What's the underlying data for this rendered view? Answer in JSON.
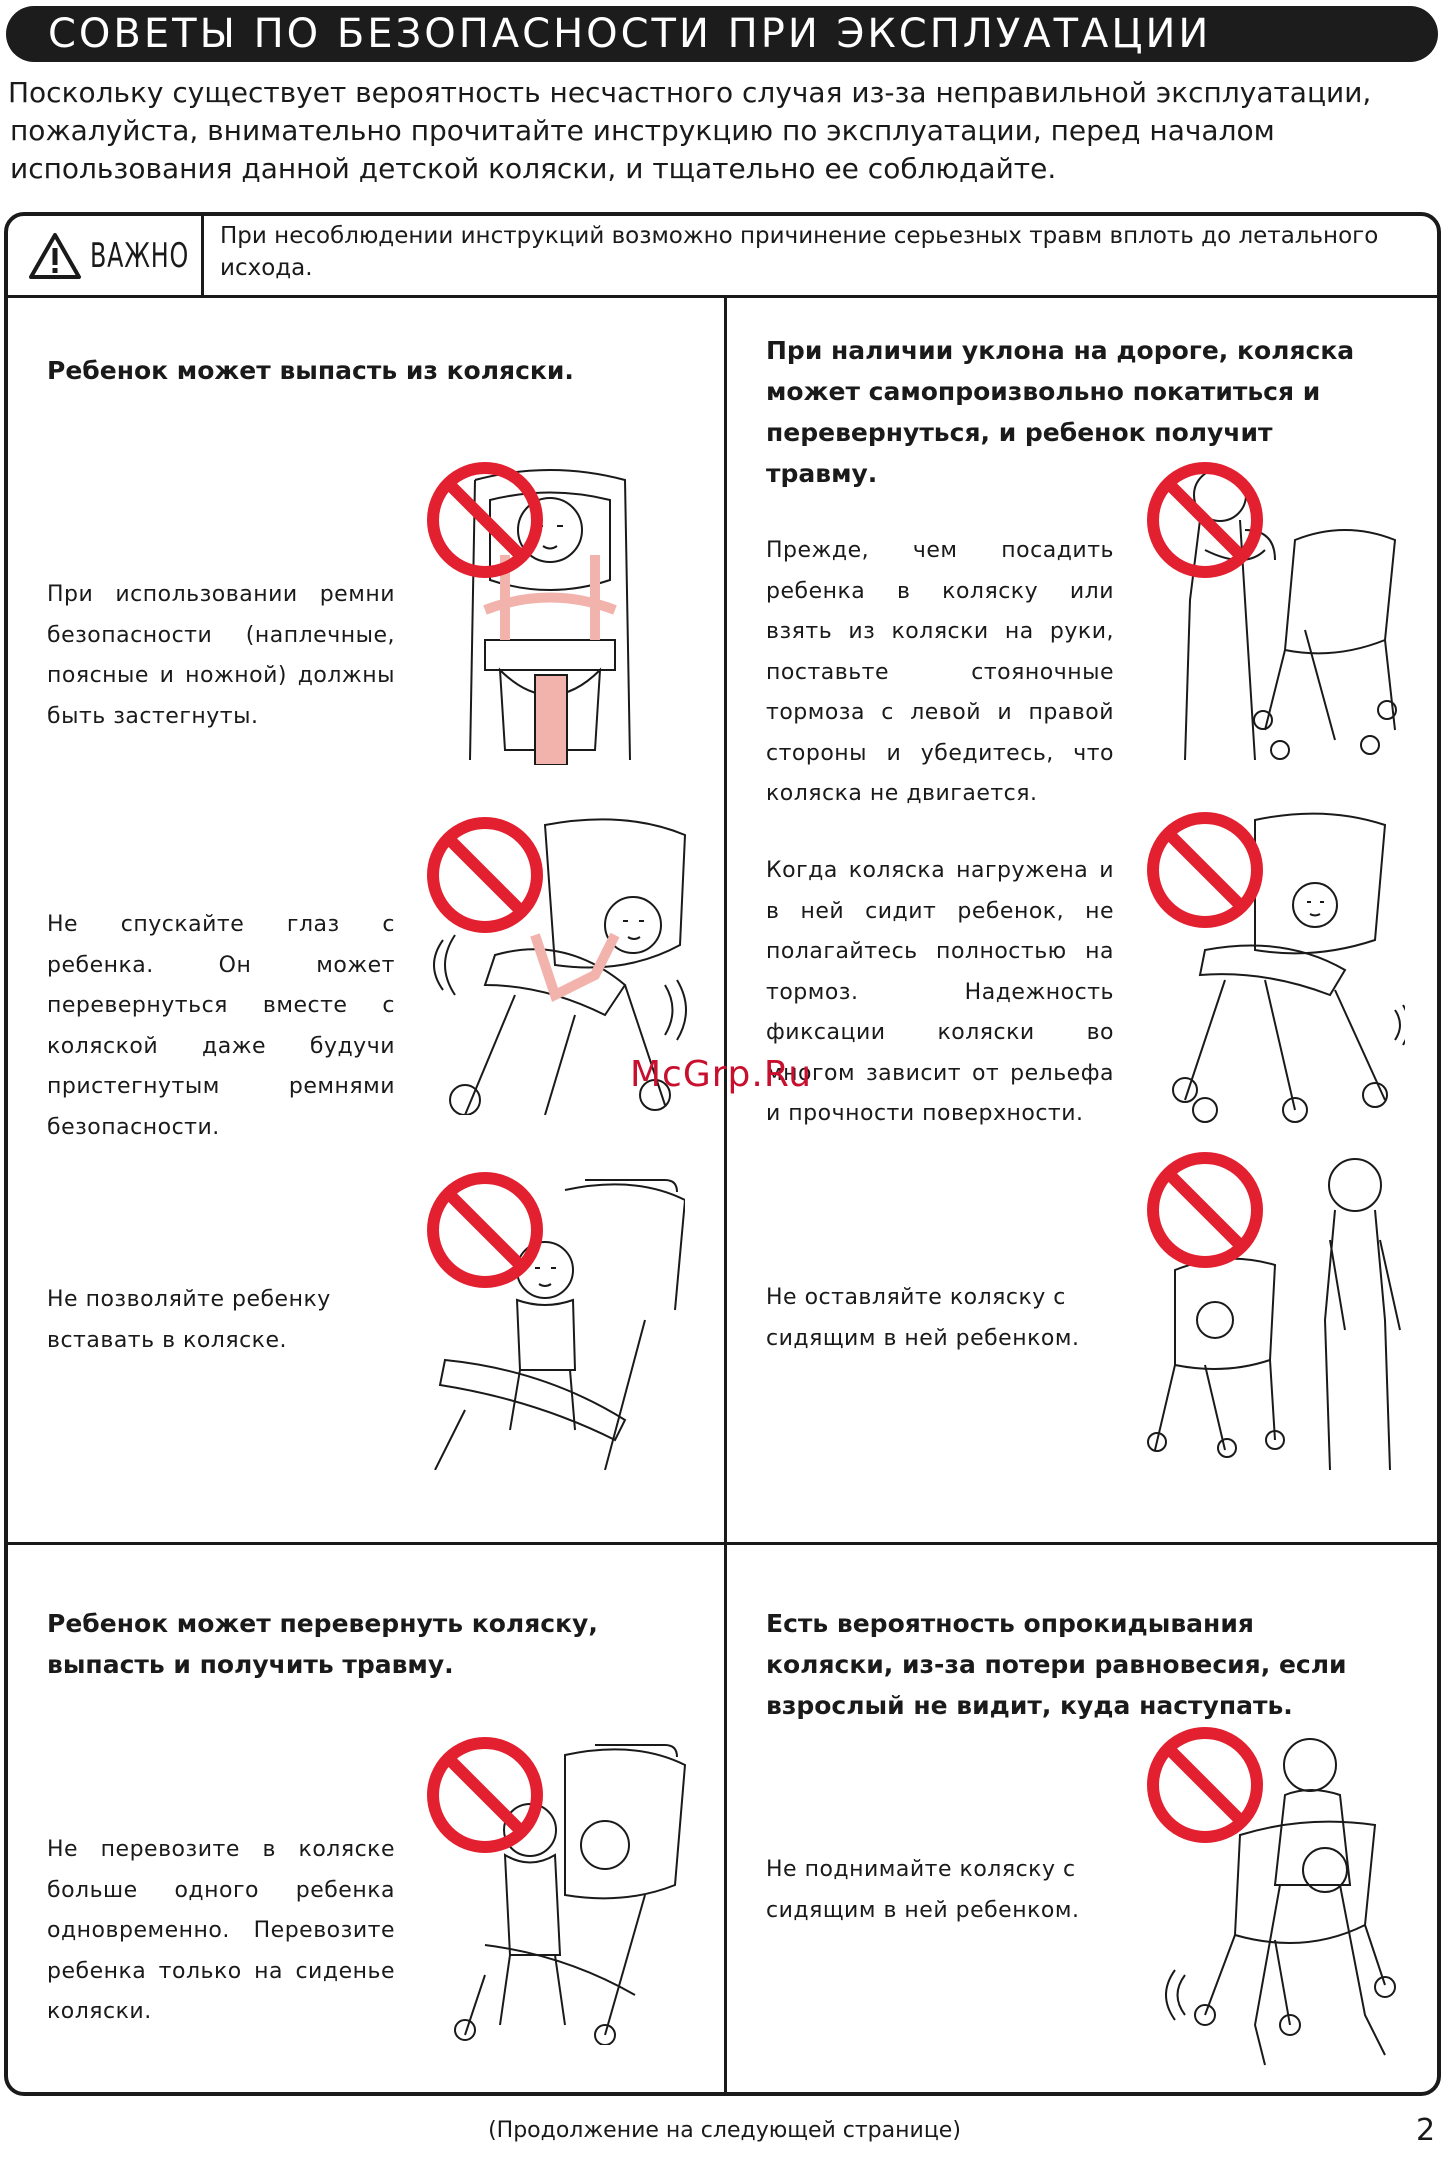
{
  "title": "СОВЕТЫ ПО БЕЗОПАСНОСТИ ПРИ ЭКСПЛУАТАЦИИ",
  "intro_lines": [
    "Поскольку существует вероятность несчастного случая из-за неправильной эксплуатации,",
    "пожалуйста, внимательно прочитайте инструкцию по эксплуатации, перед началом",
    "использования данной детской коляски, и тщательно ее соблюдайте."
  ],
  "warning": {
    "label": "ВАЖНО",
    "icon": "warning-triangle-icon",
    "text": "При несоблюдении инструкций возможно причинение серьезных травм вплоть до летального исхода."
  },
  "sections": [
    {
      "heading": "Ребенок может выпасть из коляски.",
      "items": [
        {
          "text": "При использовании ремни безопасности (наплечные, поясные и ножной) должны быть застегнуты.",
          "icon": "prohibited-icon"
        },
        {
          "text": "Не спускайте глаз с ребенка. Он может перевернуться вместе с коляской даже будучи пристегнутым ремнями безопасности.",
          "icon": "prohibited-icon"
        },
        {
          "text": "Не позволяйте ребенку вставать в коляске.",
          "icon": "prohibited-icon"
        }
      ]
    },
    {
      "heading": "При наличии уклона на дороге, коляска может самопроизвольно покатиться и перевернуться, и ребенок получит травму.",
      "items": [
        {
          "text": "Прежде, чем посадить ребенка в коляску или взять из коляски на руки, поставьте стояночные тормоза с левой и правой стороны и убедитесь, что коляска не двигается.",
          "icon": "prohibited-icon"
        },
        {
          "text": "Когда коляска нагружена и в ней сидит ребенок, не полагайтесь полностью на тормоз. Надежность фиксации коляски во многом зависит от рельефа и прочности поверхности.",
          "icon": "prohibited-icon"
        },
        {
          "text": "Не оставляйте коляску с сидящим в ней ребенком.",
          "icon": "prohibited-icon"
        }
      ]
    },
    {
      "heading": "Ребенок может перевернуть коляску, выпасть и получить травму.",
      "items": [
        {
          "text": "Не перевозите в коляске больше одного ребенка одновременно. Перевозите ребенка только на сиденье коляски.",
          "icon": "prohibited-icon"
        }
      ]
    },
    {
      "heading": "Есть вероятность опрокидывания коляски, из-за потери равновесия, если взрослый не видит, куда наступать.",
      "items": [
        {
          "text": "Не поднимайте коляску с сидящим в ней ребенком.",
          "icon": "prohibited-icon"
        }
      ]
    }
  ],
  "watermark": "McGrp.Ru",
  "footer": "(Продолжение на следующей странице)",
  "page_number": "2",
  "colors": {
    "prohibit_red": "#e3202f",
    "strap_pink": "#f2b3ad",
    "text": "#1a1a1a"
  }
}
